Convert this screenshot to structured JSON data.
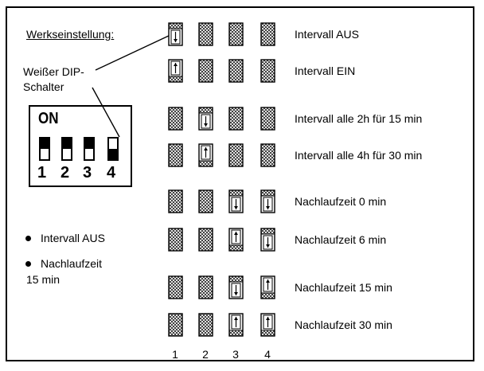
{
  "heading": "Werkseinstellung:",
  "dip_label_line1": "Weißer  DIP-",
  "dip_label_line2": "Schalter",
  "dip_box": {
    "on_label": "ON",
    "numbers": [
      "1",
      "2",
      "3",
      "4"
    ]
  },
  "legend": [
    {
      "text": "Intervall AUS"
    },
    {
      "text_line1": "Nachlaufzeit",
      "text_line2": "15 min"
    }
  ],
  "rows": [
    {
      "label": "Intervall AUS",
      "states": [
        "down",
        "x",
        "x",
        "x"
      ]
    },
    {
      "label": "Intervall EIN",
      "states": [
        "up",
        "x",
        "x",
        "x"
      ]
    },
    {
      "label": "Intervall alle 2h für 15 min",
      "states": [
        "x",
        "down",
        "x",
        "x"
      ]
    },
    {
      "label": "Intervall alle 4h für 30 min",
      "states": [
        "x",
        "up",
        "x",
        "x"
      ]
    },
    {
      "label": "Nachlaufzeit 0 min",
      "states": [
        "x",
        "x",
        "down",
        "down"
      ]
    },
    {
      "label": "Nachlaufzeit 6 min",
      "states": [
        "x",
        "x",
        "up",
        "down"
      ]
    },
    {
      "label": "Nachlaufzeit 15 min",
      "states": [
        "x",
        "x",
        "down",
        "up"
      ]
    },
    {
      "label": "Nachlaufzeit 30 min",
      "states": [
        "x",
        "x",
        "up",
        "up"
      ]
    }
  ],
  "columns": [
    "1",
    "2",
    "3",
    "4"
  ]
}
